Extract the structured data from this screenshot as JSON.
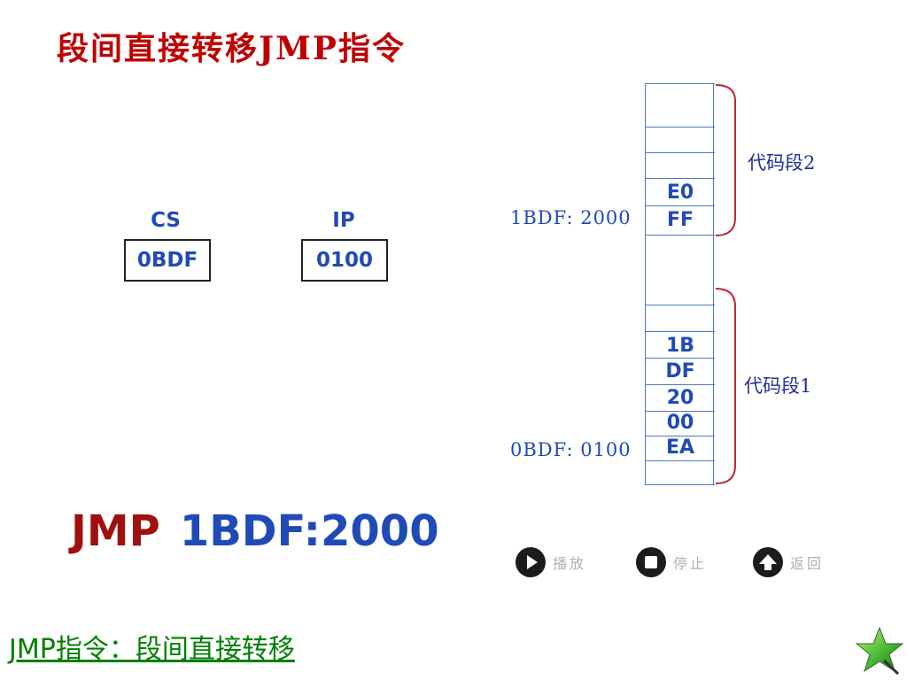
{
  "title": "段间直接转移JMP指令",
  "registers": {
    "cs": {
      "label": "CS",
      "value": "0BDF"
    },
    "ip": {
      "label": "IP",
      "value": "0100"
    }
  },
  "memory": {
    "cells": [
      "",
      "",
      "",
      "",
      "E0",
      "FF",
      "",
      "",
      "",
      "1B",
      "DF",
      "20",
      "00",
      "EA",
      ""
    ],
    "address_labels": {
      "target": "1BDF: 2000",
      "source": "0BDF: 0100"
    },
    "segments": {
      "seg2": "代码段2",
      "seg1": "代码段1"
    }
  },
  "instruction": {
    "opcode": "JMP",
    "operand": "1BDF:2000"
  },
  "controls": {
    "play": "播放",
    "stop": "停止",
    "back": "返回"
  },
  "bottom_link": "JMP指令：段间直接转移",
  "colors": {
    "title_red": "#c00000",
    "blue_text": "#1f4ab8",
    "bracket_red": "#c0283a",
    "link_green": "#008000"
  },
  "icons": [
    "play-icon",
    "stop-icon",
    "up-arrow-icon",
    "star-icon"
  ]
}
